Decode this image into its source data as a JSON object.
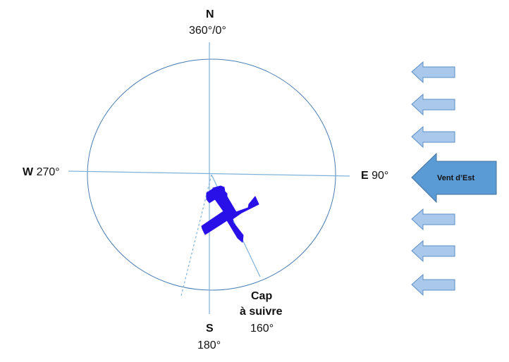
{
  "compass": {
    "north_letter": "N",
    "north_degrees": "360°/0°",
    "east_letter": "E",
    "east_degrees": "90°",
    "south_letter": "S",
    "south_degrees": "180°",
    "west_letter": "W",
    "west_degrees": "270°"
  },
  "heading": {
    "line1": "Cap",
    "line2": "à suivre",
    "degrees": "160°"
  },
  "wind": {
    "label": "Vent d’Est",
    "small_arrow_count": 6
  },
  "colors": {
    "circle_stroke": "#4a7fb5",
    "axis_stroke": "#7fb2d9",
    "airplane_fill": "#2a10e8",
    "small_arrow_fill": "#a9c8ec",
    "small_arrow_stroke": "#5b8fc7",
    "big_arrow_fill": "#5b9bd5",
    "big_arrow_stroke": "#41719c"
  }
}
